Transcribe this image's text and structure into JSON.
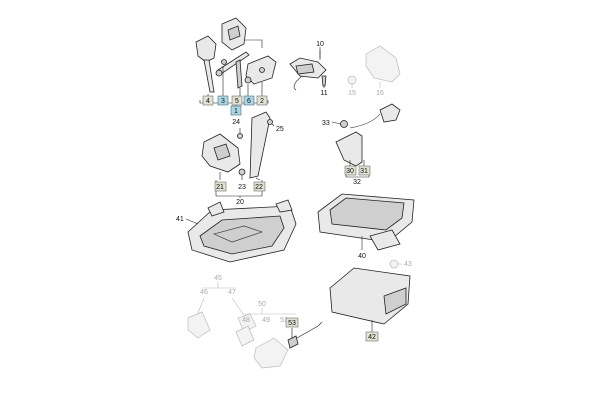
{
  "callouts": {
    "c1": "1",
    "c2": "2",
    "c3": "3",
    "c4": "4",
    "c5": "5",
    "c6": "6",
    "c10": "10",
    "c11": "11",
    "c15": "15",
    "c16": "16",
    "c20": "20",
    "c21": "21",
    "c22": "22",
    "c23": "23",
    "c24": "24",
    "c25": "25",
    "c30": "30",
    "c31": "31",
    "c32": "32",
    "c33": "33",
    "c40": "40",
    "c41": "41",
    "c42": "42",
    "c43": "43",
    "c45": "45",
    "c46": "46",
    "c47": "47",
    "c48": "48",
    "c49": "49",
    "c50": "50",
    "c51": "51",
    "c53": "53"
  },
  "colors": {
    "highlight": "#a9d7e4",
    "label_box": "#dfe3d0"
  }
}
